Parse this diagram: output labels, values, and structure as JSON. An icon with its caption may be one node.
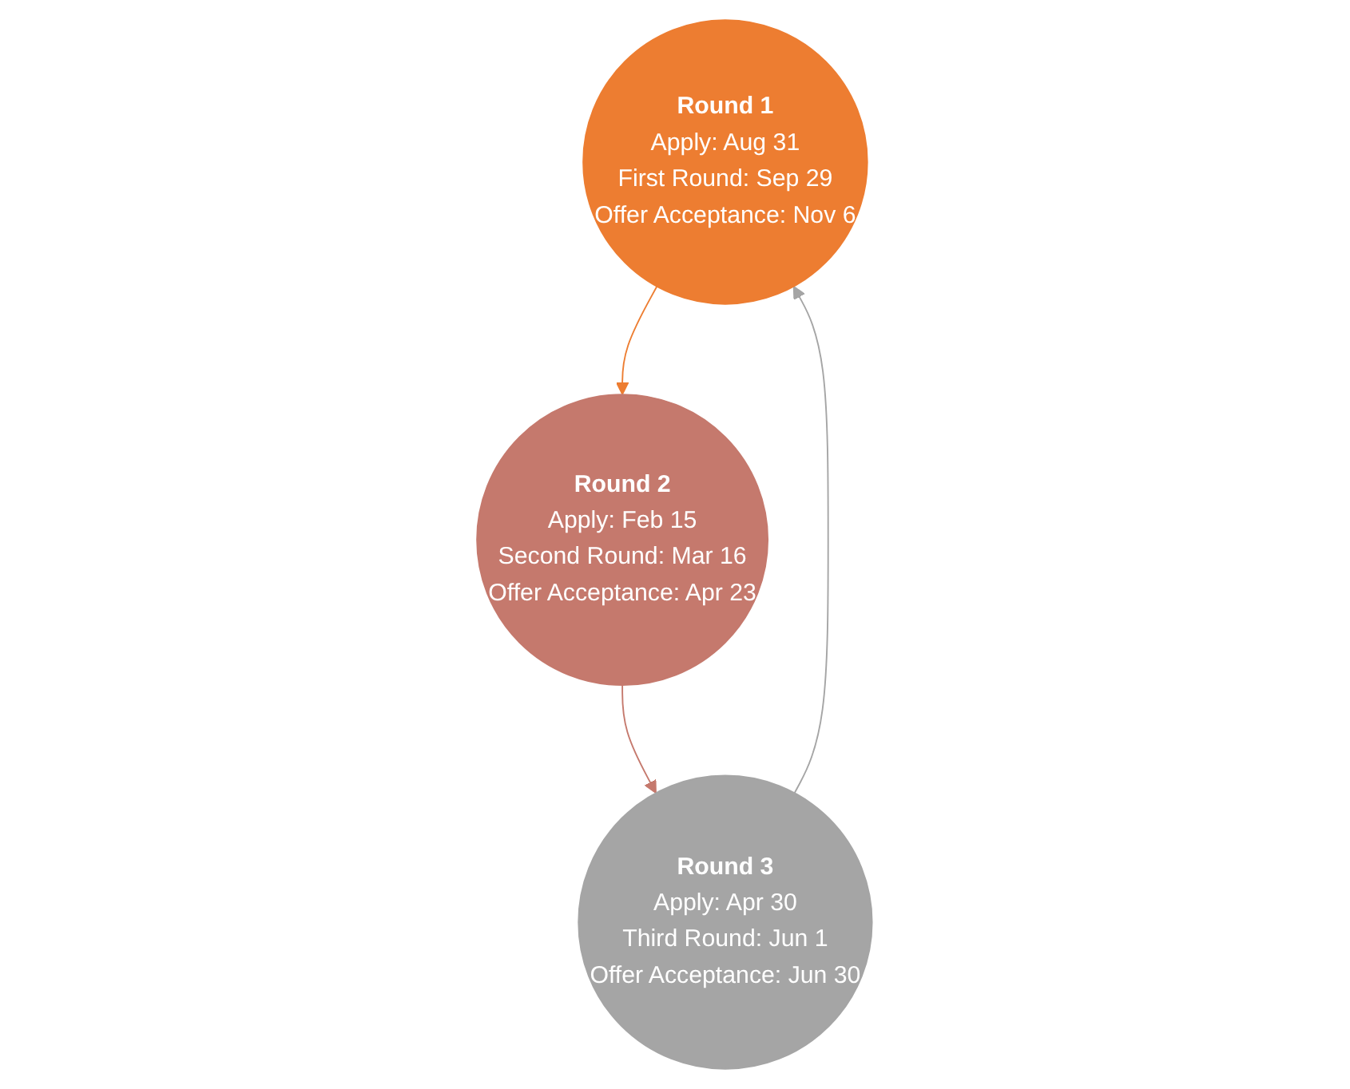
{
  "diagram": {
    "nodes": [
      {
        "text": [
          "Round 1",
          "Apply: Aug 31",
          "First Round: Sep 29",
          "Offer Acceptance: Nov 6"
        ]
      },
      {
        "text": [
          "Round 2",
          "Apply: Feb 15",
          "Second Round: Mar 16",
          "Offer Acceptance: Apr 23"
        ]
      },
      {
        "text": [
          "Round 3",
          "Apply: Apr 30",
          "Third Round: Jun 1",
          "Offer Acceptance: Jun 30"
        ]
      }
    ],
    "edges": [
      {
        "from": 0,
        "to": 1,
        "arrow": "to",
        "color": "#ed7d31"
      },
      {
        "from": 1,
        "to": 2,
        "arrow": "to",
        "color": "#c5796d"
      },
      {
        "from": 2,
        "to": 0,
        "arrow": "to",
        "color": "#a5a5a5"
      }
    ]
  }
}
